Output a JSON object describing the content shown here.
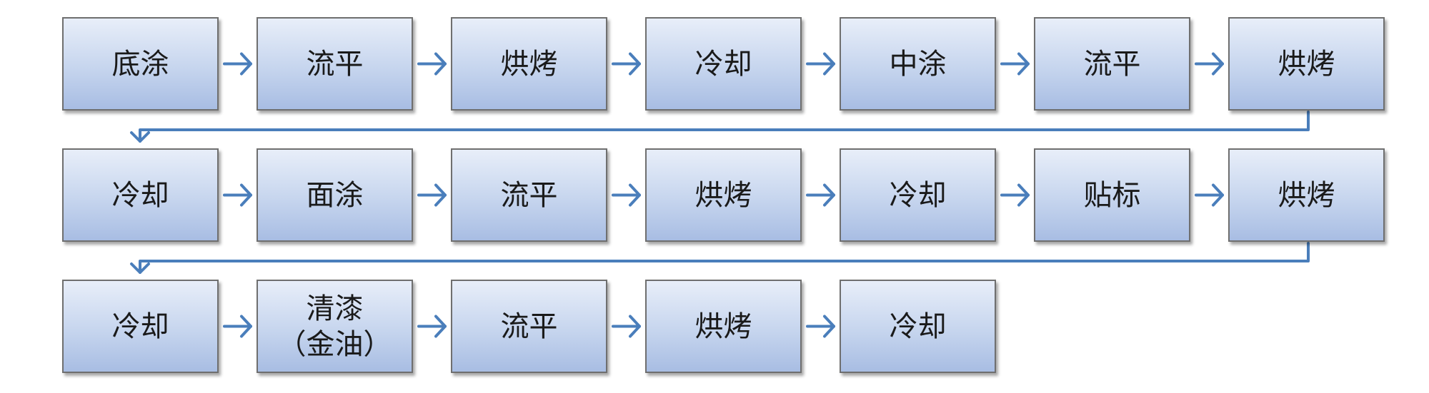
{
  "colors": {
    "connector": "#4a7ebb",
    "box_border": "#6f6f6f",
    "box_fill_top": "#e8eef9",
    "box_fill_bottom": "#a8bde3"
  },
  "rows": [
    [
      "底涂",
      "流平",
      "烘烤",
      "冷却",
      "中涂",
      "流平",
      "烘烤"
    ],
    [
      "冷却",
      "面涂",
      "流平",
      "烘烤",
      "冷却",
      "贴标",
      "烘烤"
    ],
    [
      "冷却",
      "清漆\n（金油）",
      "流平",
      "烘烤",
      "冷却"
    ]
  ]
}
